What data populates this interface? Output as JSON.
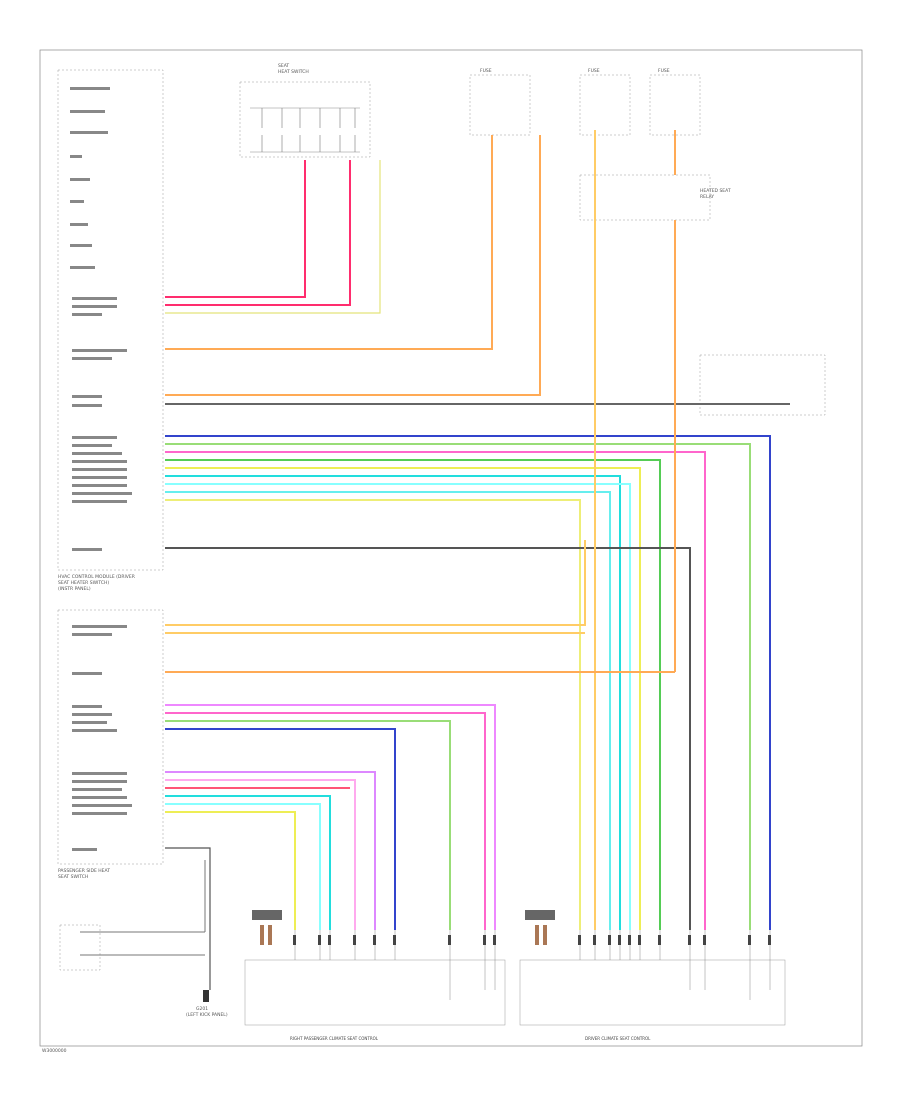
{
  "diagram": {
    "footer_code": "W3000000",
    "module1_caption": [
      "HVAC CONTROL MODULE (DRIVER",
      "SEAT HEATER SWITCH)",
      "(INSTR PANEL)"
    ],
    "module2_caption": [
      "PASSENGER SIDE HEAT",
      "SEAT SWITCH"
    ],
    "ground_caption": [
      "G201",
      "(LEFT KICK PANEL)"
    ],
    "relay_caption": [
      "HEATED SEAT",
      "RELAY"
    ],
    "fuse_caption": [
      "FUSE"
    ],
    "rh_seat_label": "RIGHT PASSENGER CLIMATE SEAT CONTROL",
    "lh_seat_label": "DRIVER CLIMATE SEAT CONTROL",
    "switch_caption": [
      "SEAT",
      "HEAT SWITCH"
    ]
  },
  "colors": {
    "red": "#ff2d6e",
    "pink": "#ff66cc",
    "orange": "#ffaa55",
    "gray": "#666666",
    "blue": "#3344cc",
    "green": "#55cc55",
    "cyan": "#22dddd",
    "yellow": "#eeee55",
    "violet": "#cc55ee",
    "lightgreen": "#99dd77"
  }
}
